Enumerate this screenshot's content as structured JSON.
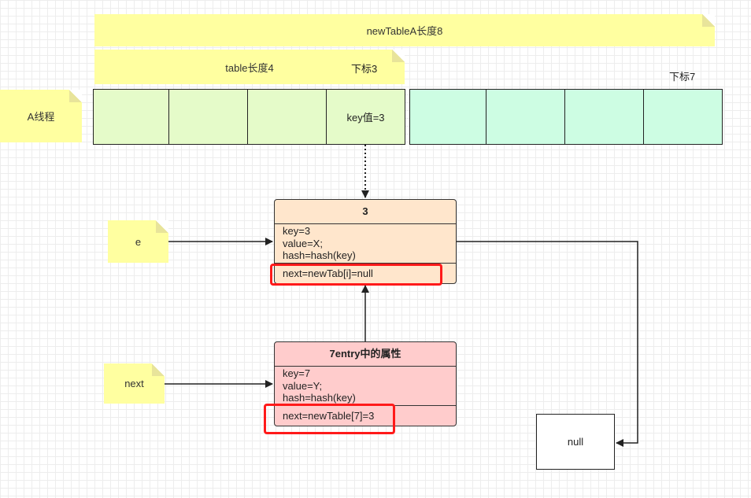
{
  "notes": {
    "new_table_length": "newTableA长度8",
    "table_length": "table长度4",
    "thread_a": "A线程",
    "var_e": "e",
    "var_next": "next"
  },
  "labels": {
    "index_3": "下标3",
    "index_7": "下标7"
  },
  "table": {
    "old_cells": [
      "",
      "",
      "",
      "key值=3"
    ],
    "new_cells": [
      "",
      "",
      "",
      ""
    ]
  },
  "entry_3": {
    "title": "3",
    "fields": [
      "key=3",
      "value=X;",
      "hash=hash(key)"
    ],
    "next": "next=newTab[i]=null"
  },
  "entry_7": {
    "title": "7entry中的属性",
    "fields": [
      "key=7",
      "value=Y;",
      "hash=hash(key)"
    ],
    "next": "next=newTable[7]=3"
  },
  "null_box": "null",
  "colors": {
    "note": "#ffffa0",
    "old_table": "#e5fbc9",
    "new_table": "#cdfde3",
    "entry_3": "#ffe6cc",
    "entry_7": "#ffcccc",
    "highlight": "#ff1a1a"
  }
}
